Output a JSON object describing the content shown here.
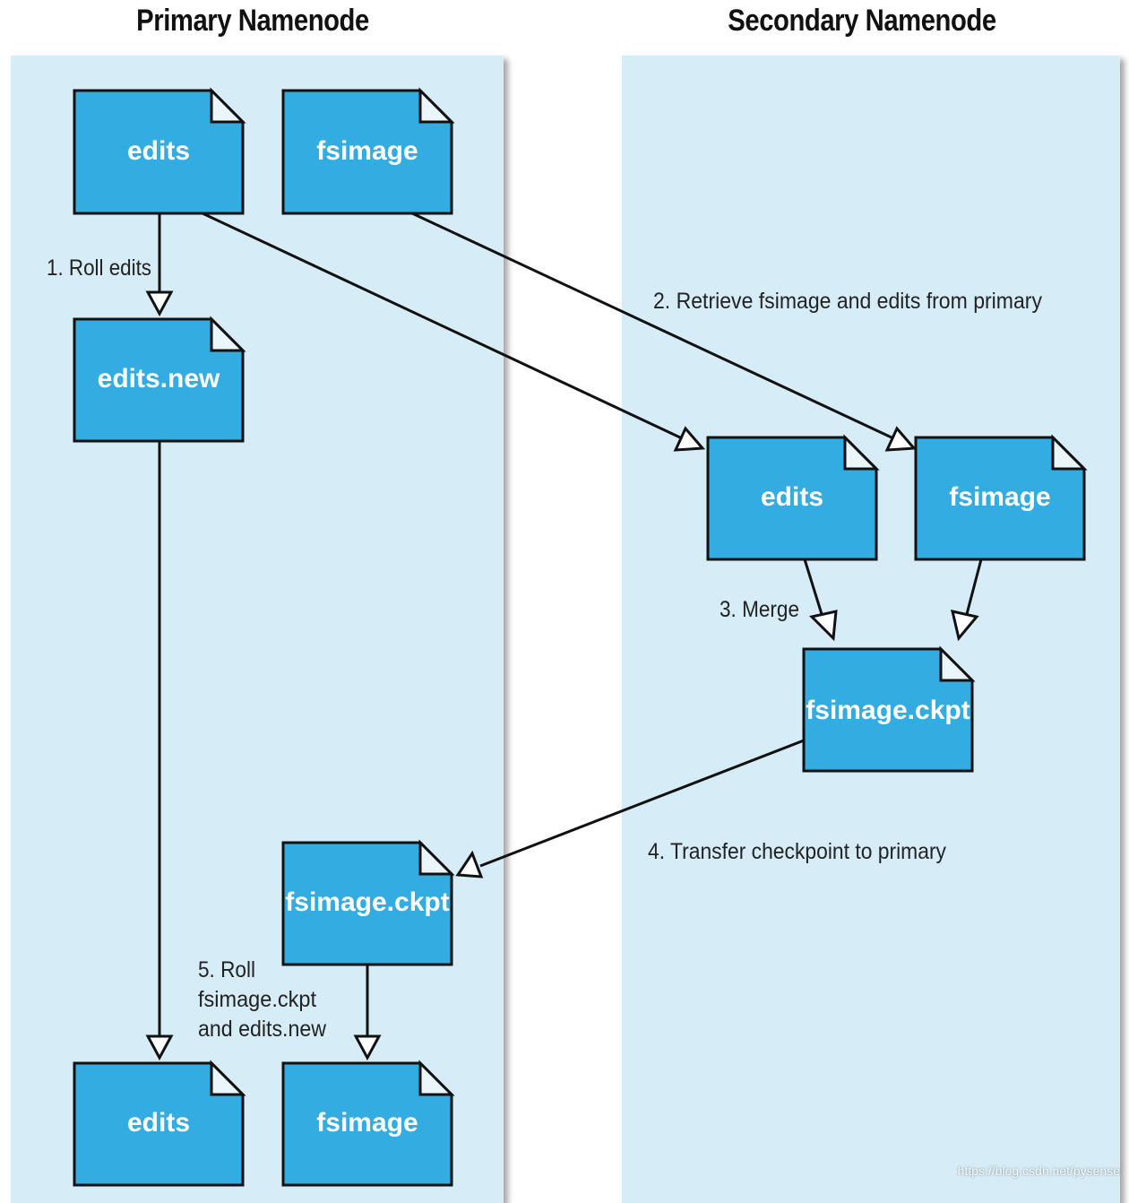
{
  "lanes": {
    "primary_title": "Primary Namenode",
    "secondary_title": "Secondary Namenode"
  },
  "files": {
    "primary_edits": "edits",
    "primary_fsimage": "fsimage",
    "primary_edits_new": "edits.new",
    "secondary_edits": "edits",
    "secondary_fsimage": "fsimage",
    "secondary_fsimage_ckpt": "fsimage.ckpt",
    "primary_fsimage_ckpt": "fsimage.ckpt",
    "final_edits": "edits",
    "final_fsimage": "fsimage"
  },
  "steps": {
    "step1": "1. Roll edits",
    "step2": "2. Retrieve fsimage and edits from primary",
    "step3": "3. Merge",
    "step4": "4. Transfer checkpoint to primary",
    "step5_line1": "5. Roll",
    "step5_line2": "fsimage.ckpt",
    "step5_line3": "and edits.new"
  },
  "colors": {
    "lane_fill": "#d6edf8",
    "file_fill": "#33ade1",
    "file_text": "#ffffff",
    "outline": "#111111"
  },
  "watermark": "https://blog.csdn.net/pysense"
}
